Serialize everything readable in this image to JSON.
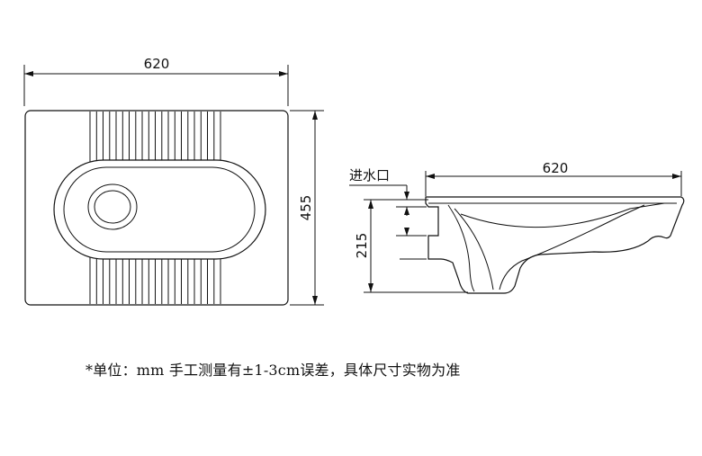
{
  "top_view": {
    "width_label": "620",
    "depth_label": "455"
  },
  "side_view": {
    "inlet_label": "进水口",
    "width_label": "620",
    "height_label": "215"
  },
  "footnote": "*单位：mm  手工测量有±1-3cm误差，具体尺寸实物为准",
  "colors": {
    "line": "#111111",
    "background": "#ffffff"
  }
}
